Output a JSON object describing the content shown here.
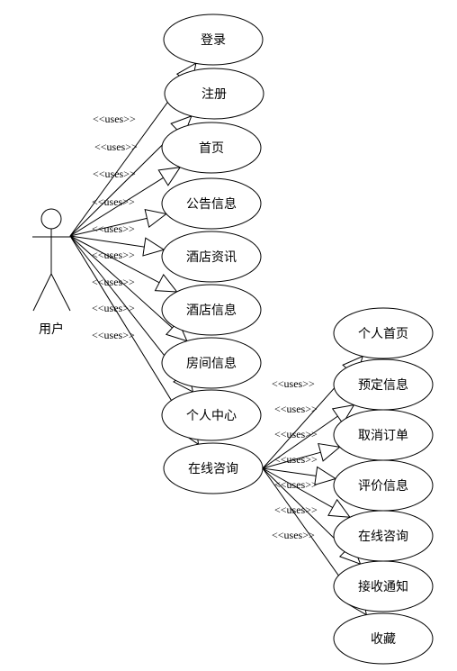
{
  "actor": {
    "name": "用户"
  },
  "stereotype": "<<uses>>",
  "primary_cases": [
    "登录",
    "注册",
    "首页",
    "公告信息",
    "酒店资讯",
    "酒店信息",
    "房间信息",
    "个人中心",
    "在线咨询"
  ],
  "sub_cases": [
    "个人首页",
    "预定信息",
    "取消订单",
    "评价信息",
    "在线咨询",
    "接收通知",
    "收藏"
  ],
  "colors": {
    "line": "#000000",
    "fill": "#ffffff"
  }
}
